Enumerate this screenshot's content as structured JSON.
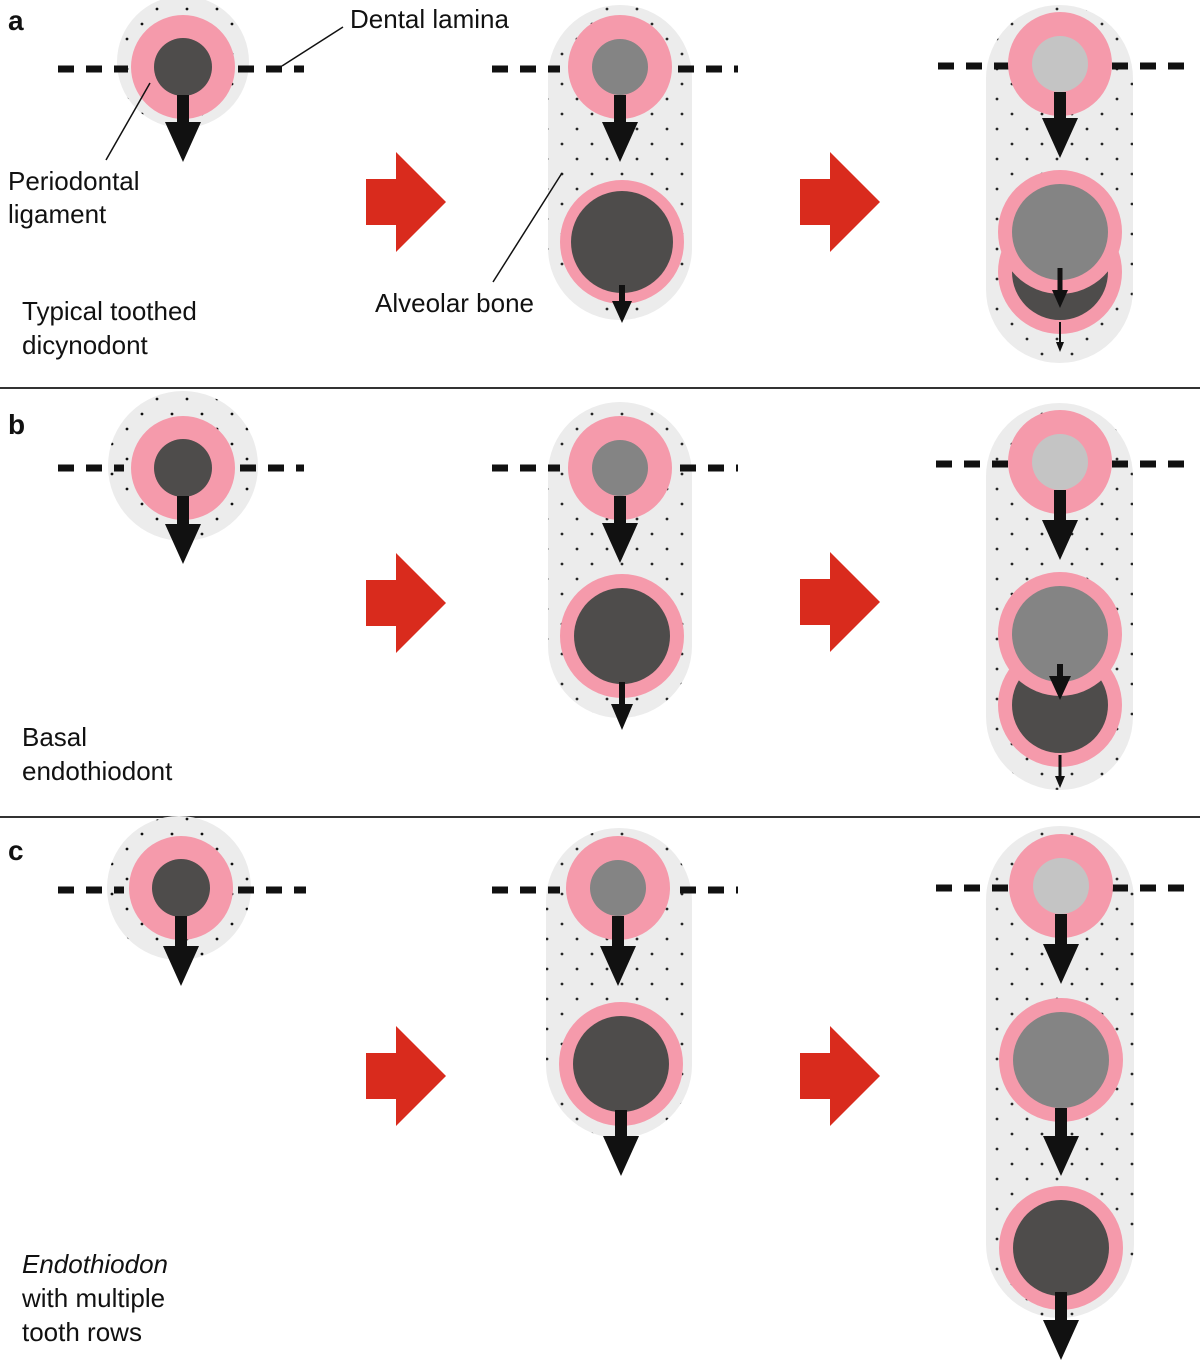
{
  "panels": [
    {
      "letter": "a",
      "caption": [
        "Typical toothed",
        "dicynodont"
      ],
      "caption_italic_first": false
    },
    {
      "letter": "b",
      "caption": [
        "Basal",
        "endothiodont"
      ],
      "caption_italic_first": false
    },
    {
      "letter": "c",
      "caption": [
        "Endothiodon",
        "with multiple",
        "tooth rows"
      ],
      "caption_italic_first": true
    }
  ],
  "annotations": {
    "dental_lamina": "Dental lamina",
    "periodontal_ligament": [
      "Periodontal",
      "ligament"
    ],
    "alveolar_bone": "Alveolar bone"
  },
  "colors": {
    "ligament_pink": "#f59aab",
    "bone_grey": "#ececec",
    "tooth_dark": "#4e4c4b",
    "tooth_mid": "#848484",
    "tooth_light": "#c4c4c4",
    "progression_arrow": "#d92b1d",
    "eruption_arrow": "#111111",
    "divider": "#333333"
  }
}
